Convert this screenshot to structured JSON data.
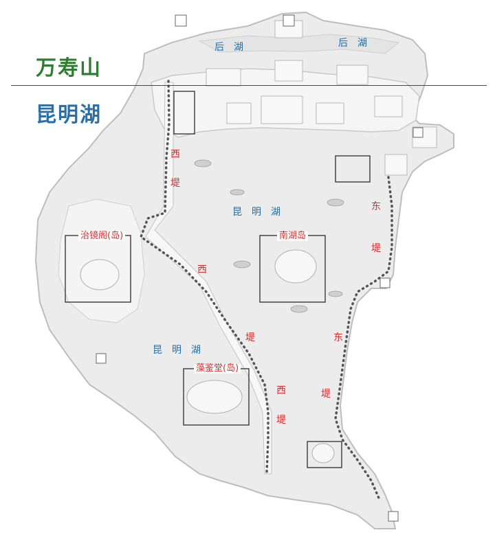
{
  "regions": {
    "wanshoushan": "万寿山",
    "kunminghu": "昆明湖"
  },
  "labels": {
    "houhu_1": "后　湖",
    "houhu_2": "后　湖",
    "kunminghu_center": "昆　明　湖",
    "kunminghu_west": "昆　明　湖",
    "xiti_a1": "西",
    "xiti_a2": "堤",
    "xiti_b1": "西",
    "xiti_b2": "堤",
    "xiti_c1": "西",
    "xiti_c2": "堤",
    "dongti_a1": "东",
    "dongti_a2": "堤",
    "dongti_b1": "东",
    "dongti_b2": "堤",
    "zhijingge": "治镜阁(岛)",
    "nanhudao": "南湖岛",
    "zaojiantang": "藻鉴堂(岛)"
  },
  "colors": {
    "wanshoushan": "#2e7d32",
    "kunminghu": "#2a6fa8",
    "highlight_labels": "#d32f2f",
    "water_labels": "#1f6fa8",
    "causeway_dots": "#555555"
  }
}
